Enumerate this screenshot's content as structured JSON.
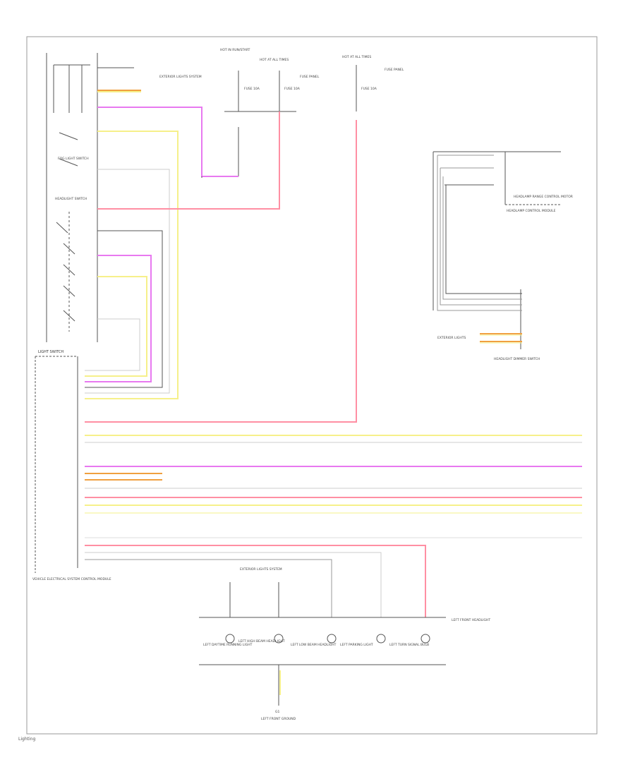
{
  "diagram": {
    "wire_colors": {
      "red_pink": "#ff8fa3",
      "magenta": "#e879f0",
      "yellow": "#f6f08a",
      "orange": "#f0a040",
      "gray": "#9a9a9a",
      "dark": "#555555",
      "light_gray": "#cccccc",
      "border": "#999999"
    },
    "labels": {
      "light_switch": "LIGHT SWITCH",
      "fog_light_switch": "FOG LIGHT SWITCH",
      "headlight_switch": "HEADLIGHT SWITCH",
      "exterior_lights": "EXTERIOR LIGHTS",
      "exterior_lights_system_top": "EXTERIOR LIGHTS SYSTEM",
      "hot_in_run": "HOT IN RUN/START",
      "hot_at_all_times": "HOT AT ALL TIMES",
      "hot_at_all_times_2": "HOT AT ALL TIMES",
      "fuse_1": "FUSE 10A",
      "fuse_2": "FUSE 10A",
      "fuse_3": "FUSE 10A",
      "fuse_panel_1": "FUSE PANEL",
      "fuse_panel_2": "FUSE PANEL",
      "headlamp_range": "HEADLAMP RANGE CONTROL MOTOR",
      "headlamp_control": "HEADLAMP CONTROL MODULE",
      "headlight_dimmer": "HEADLIGHT DIMMER SWITCH",
      "vehicle_electrical": "VEHICLE ELECTRICAL SYSTEM CONTROL MODULE",
      "exterior_lights_bottom": "EXTERIOR LIGHTS SYSTEM",
      "left_front_headlight": "LEFT FRONT HEADLIGHT",
      "bulb_1": "LEFT DAYTIME RUNNING LIGHT",
      "bulb_2": "LEFT HIGH BEAM HEADLIGHT",
      "bulb_3": "LEFT LOW BEAM HEADLIGHT",
      "bulb_4": "LEFT PARKING LIGHT",
      "bulb_5": "LEFT TURN SIGNAL BULB",
      "ground": "LEFT FRONT GROUND",
      "ground_pt": "G1"
    },
    "footer": "Lighting"
  }
}
